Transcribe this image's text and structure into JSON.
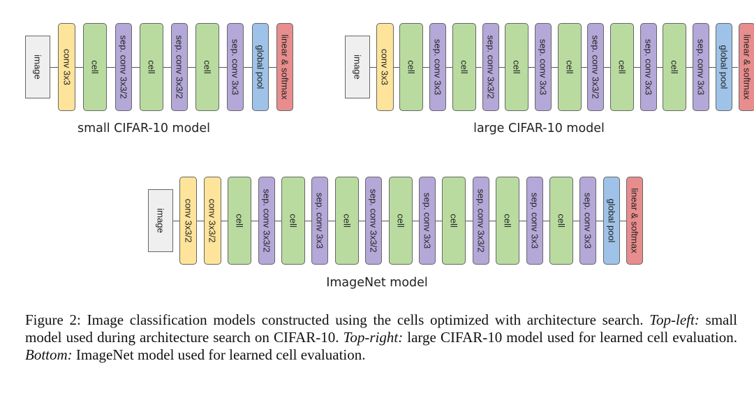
{
  "colors": {
    "image": "#efefef",
    "conv": "#fde49a",
    "cell": "#b9dba0",
    "sep": "#b4a8d8",
    "pool": "#9fc3e8",
    "linear": "#e88d8d"
  },
  "models": [
    {
      "caption": "small CIFAR-10 model",
      "blocks": [
        {
          "label": "image",
          "kind": "image"
        },
        {
          "label": "conv 3x3",
          "kind": "conv"
        },
        {
          "label": "cell",
          "kind": "cell"
        },
        {
          "label": "sep. conv 3x3/2",
          "kind": "sep"
        },
        {
          "label": "cell",
          "kind": "cell"
        },
        {
          "label": "sep. conv 3x3/2",
          "kind": "sep"
        },
        {
          "label": "cell",
          "kind": "cell"
        },
        {
          "label": "sep. conv 3x3",
          "kind": "sep"
        },
        {
          "label": "global pool",
          "kind": "pool"
        },
        {
          "label": "linear & softmax",
          "kind": "linear"
        }
      ]
    },
    {
      "caption": "large CIFAR-10 model",
      "blocks": [
        {
          "label": "image",
          "kind": "image"
        },
        {
          "label": "conv 3x3",
          "kind": "conv"
        },
        {
          "label": "cell",
          "kind": "cell"
        },
        {
          "label": "sep. conv 3x3",
          "kind": "sep"
        },
        {
          "label": "cell",
          "kind": "cell"
        },
        {
          "label": "sep. conv 3x3/2",
          "kind": "sep"
        },
        {
          "label": "cell",
          "kind": "cell"
        },
        {
          "label": "sep. conv 3x3",
          "kind": "sep"
        },
        {
          "label": "cell",
          "kind": "cell"
        },
        {
          "label": "sep. conv 3x3/2",
          "kind": "sep"
        },
        {
          "label": "cell",
          "kind": "cell"
        },
        {
          "label": "sep. conv 3x3",
          "kind": "sep"
        },
        {
          "label": "cell",
          "kind": "cell"
        },
        {
          "label": "sep. conv 3x3",
          "kind": "sep"
        },
        {
          "label": "global pool",
          "kind": "pool"
        },
        {
          "label": "linear & softmax",
          "kind": "linear"
        }
      ]
    },
    {
      "caption": "ImageNet model",
      "blocks": [
        {
          "label": "image",
          "kind": "image"
        },
        {
          "label": "conv 3x3/2",
          "kind": "conv"
        },
        {
          "label": "conv 3x3/2",
          "kind": "conv"
        },
        {
          "label": "cell",
          "kind": "cell"
        },
        {
          "label": "sep. conv 3x3/2",
          "kind": "sep"
        },
        {
          "label": "cell",
          "kind": "cell"
        },
        {
          "label": "sep. conv 3x3",
          "kind": "sep"
        },
        {
          "label": "cell",
          "kind": "cell"
        },
        {
          "label": "sep. conv 3x3/2",
          "kind": "sep"
        },
        {
          "label": "cell",
          "kind": "cell"
        },
        {
          "label": "sep. conv 3x3",
          "kind": "sep"
        },
        {
          "label": "cell",
          "kind": "cell"
        },
        {
          "label": "sep. conv 3x3/2",
          "kind": "sep"
        },
        {
          "label": "cell",
          "kind": "cell"
        },
        {
          "label": "sep. conv 3x3",
          "kind": "sep"
        },
        {
          "label": "cell",
          "kind": "cell"
        },
        {
          "label": "sep. conv 3x3",
          "kind": "sep"
        },
        {
          "label": "global pool",
          "kind": "pool"
        },
        {
          "label": "linear & softmax",
          "kind": "linear"
        }
      ]
    }
  ],
  "figure_caption": {
    "label": "Figure 2:",
    "text1": " Image classification models constructed using the cells optimized with architecture search.",
    "tl_label": "Top-left:",
    "text2": " small model used during architecture search on CIFAR-10.",
    "tr_label": "Top-right:",
    "text3": " large CIFAR-10 model used for learned cell evaluation.",
    "b_label": "Bottom:",
    "text4": " ImageNet model used for learned cell evaluation."
  }
}
